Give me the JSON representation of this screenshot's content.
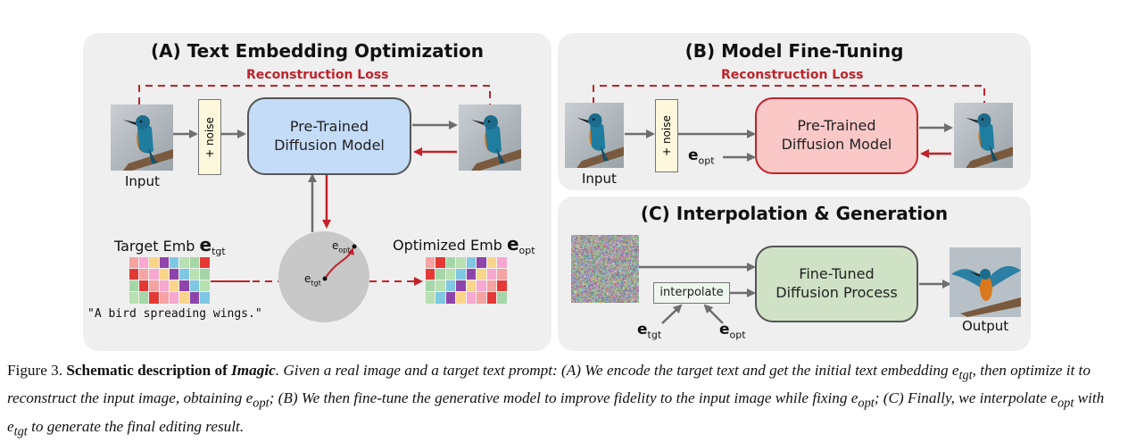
{
  "panels": {
    "a_title": "(A) Text Embedding Optimization",
    "b_title": "(B) Model Fine-Tuning",
    "c_title": "(C) Interpolation & Generation"
  },
  "labels": {
    "reconstruction_loss": "Reconstruction Loss",
    "input": "Input",
    "output": "Output",
    "noise": "+ noise",
    "pretrained": "Pre-Trained\nDiffusion Model",
    "finetuned": "Fine-Tuned\nDiffusion Process",
    "interpolate": "interpolate",
    "target_emb": "Target Emb",
    "optimized_emb": "Optimized Emb",
    "prompt": "\"A bird spreading wings.\"",
    "e": "e",
    "tgt": "tgt",
    "opt": "opt"
  },
  "caption": {
    "figure": "Figure 3.",
    "title_prefix": "Schematic description of",
    "title_name": "Imagic",
    "text1": ". Given a real image and a target text prompt: (A) We encode the target text and get the initial text embedding ",
    "text2": ", then optimize it to reconstruct the input image, obtaining ",
    "text3": "; (B) We then fine-tune the generative model to improve fidelity to the input image while fixing ",
    "text4": "; (C) Finally, we interpolate ",
    "text5": " with ",
    "text6": " to generate the final editing result."
  },
  "colors": {
    "panel_bg": "#efefef",
    "accent_red": "#c0232b",
    "pretrained_blue": "#c4dcf8",
    "pretrained_red": "#fbc8c8",
    "finetuned_green": "#cfe2c6"
  },
  "embedding_grid_colors": [
    "#f5a3a3",
    "#b8e0b0",
    "#f9d58a",
    "#e53935",
    "#7ec8e3",
    "#f7a8d0",
    "#a5d6a7",
    "#8e44ad"
  ]
}
